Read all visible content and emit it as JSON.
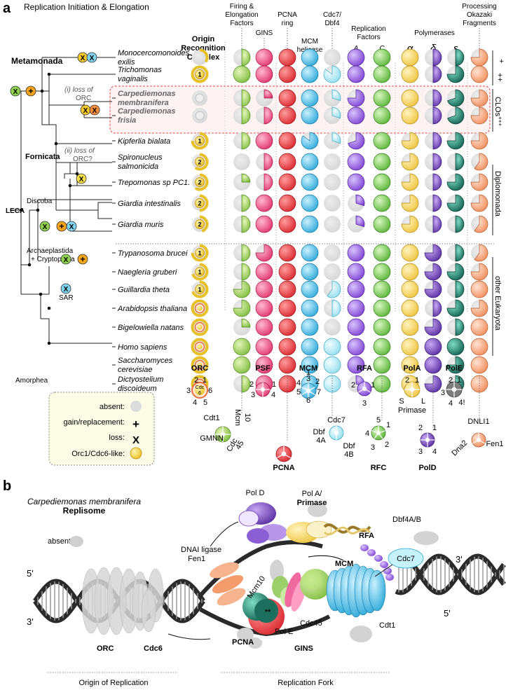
{
  "panel_a": {
    "letter": "a",
    "title": "Replication Initiation & Elongation",
    "col_headers": [
      {
        "key": "orc",
        "lines": [
          "Origin",
          "Recognition",
          "Complex"
        ],
        "bold": true
      },
      {
        "key": "fef",
        "lines": [
          "Firing &",
          "Elongation",
          "Factors"
        ]
      },
      {
        "key": "gins",
        "lines": [
          "GINS"
        ]
      },
      {
        "key": "pcna",
        "lines": [
          "PCNA",
          "ring"
        ]
      },
      {
        "key": "mcm",
        "lines": [
          "MCM",
          "helicase"
        ]
      },
      {
        "key": "cdc7",
        "lines": [
          "Cdc7/",
          "Dbf4"
        ]
      },
      {
        "key": "rf",
        "lines": [
          "Replication",
          "Factors"
        ]
      },
      {
        "key": "rfa",
        "lines": [
          "A"
        ]
      },
      {
        "key": "rfc",
        "lines": [
          "C"
        ]
      },
      {
        "key": "pol",
        "lines": [
          "Polymerases"
        ]
      },
      {
        "key": "alpha",
        "lines": [
          "α"
        ]
      },
      {
        "key": "delta",
        "lines": [
          "δ"
        ]
      },
      {
        "key": "epsilon",
        "lines": [
          "ε"
        ]
      },
      {
        "key": "okazaki",
        "lines": [
          "Processing",
          "Okazaki",
          "Fragments"
        ]
      }
    ],
    "species": [
      {
        "name": "Monocercomonoides",
        "name2": "exilis",
        "emph": false
      },
      {
        "name": "Trichomonas",
        "name2": "vaginalis",
        "emph": false
      },
      {
        "name": "Carpediemonas",
        "name2": "membranifera",
        "emph": true
      },
      {
        "name": "Carpediemonas",
        "name2": "frisia",
        "emph": true
      },
      {
        "name": "Kipferlia bialata",
        "name2": "",
        "emph": false
      },
      {
        "name": "Spironucleus",
        "name2": "salmonicida",
        "emph": false
      },
      {
        "name": "Trepomonas sp PC1.",
        "name2": "",
        "emph": false
      },
      {
        "name": "Giardia intestinalis",
        "name2": "",
        "emph": false
      },
      {
        "name": "Giardia muris",
        "name2": "",
        "emph": false
      },
      {
        "name": "Trypanosoma brucei",
        "name2": "",
        "emph": false
      },
      {
        "name": "Naegleria gruberi",
        "name2": "",
        "emph": false
      },
      {
        "name": "Guillardia theta",
        "name2": "",
        "emph": false
      },
      {
        "name": "Arabidopsis thaliana",
        "name2": "",
        "emph": false
      },
      {
        "name": "Bigelowiella natans",
        "name2": "",
        "emph": false
      },
      {
        "name": "Homo sapiens",
        "name2": "",
        "emph": false
      },
      {
        "name": "Saccharomyces",
        "name2": "cerevisiae",
        "emph": false
      },
      {
        "name": "Dictyostelium",
        "name2": "discoideum",
        "emph": false
      }
    ],
    "orc_numbers": [
      "",
      "1",
      "",
      "",
      "1",
      "2",
      "2",
      "2",
      "2",
      "1",
      "1",
      "1",
      "",
      "",
      "",
      "",
      ""
    ],
    "tree_labels": {
      "metamonada": "Metamonada",
      "fornicata": "Fornicata",
      "leca": "LECA",
      "discoba": "Discoba",
      "archae1": "Archaeplastida",
      "archae2": "+ Cryptophyta",
      "sar": "SAR",
      "amorphea": "Amorphea",
      "loss1a": "(i) loss of",
      "loss1b": "ORC",
      "loss2a": "(ii) loss of",
      "loss2b": "ORC?"
    },
    "right_labels": {
      "plus": "+",
      "plusplus": "++",
      "clos": "CLOs",
      "clos_sup": "+++",
      "diplomonada": "Diplomonada",
      "other": "other Eukaryota"
    },
    "complex_labels": {
      "orc": "ORC",
      "psf": "PSF",
      "mcm": "MCM",
      "rfa": "RFA",
      "pola": "PolA",
      "pole": "PolE",
      "pcna": "PCNA",
      "rfc": "RFC",
      "pold": "PolD"
    },
    "legend": {
      "absent": "absent:",
      "gain": "gain/replacement:",
      "loss": "loss:",
      "orc1": "Orc1/Cdc6-like:",
      "plus": "+",
      "x": "X"
    },
    "subunit_labels": {
      "orc": [
        "2",
        "1",
        "3",
        "Cdc",
        "6",
        "6",
        "4",
        "5"
      ],
      "psf": [
        "2",
        "1",
        "3",
        "4"
      ],
      "mcm": [
        "3",
        "2",
        "4",
        "5",
        "6",
        "7",
        "1"
      ],
      "rfa": [
        "2",
        "1",
        "3"
      ],
      "pola": [
        "2",
        "1",
        "S",
        "L",
        "Primase"
      ],
      "pole": [
        "2",
        "1",
        "3",
        "4",
        "4!"
      ],
      "ff": [
        "Mcm",
        "10",
        "Cdt1",
        "GMNN",
        "Cdc",
        "45"
      ],
      "cdc7": [
        "Cdc7",
        "Dbf",
        "4A",
        "Dbf",
        "4B"
      ],
      "rfc": [
        "5",
        "1",
        "4",
        "2",
        "3"
      ],
      "pold": [
        "2",
        "1",
        "3",
        "4"
      ],
      "okz": [
        "DNLI1",
        "Dna2",
        "Fen1"
      ]
    }
  },
  "panel_b": {
    "letter": "b",
    "title1": "Carpediemonas membranifera",
    "title2": "Replisome",
    "absent": "absent:",
    "labels": {
      "pold": "Pol D",
      "pola1": "Pol A/",
      "pola2": "Primase",
      "dbf": "Dbf4A/B",
      "rfa": "RFA",
      "cdc7": "Cdc7",
      "lig1": "DNAI ligase",
      "lig2": "Fen1",
      "mcm": "MCM",
      "mcm10": "Mcm10",
      "pole": "Pol E",
      "cdc45": "Cdc45",
      "cdt1": "Cdt1",
      "orc": "ORC",
      "cdc6": "Cdc6",
      "pcna": "PCNA",
      "gins": "GINS",
      "five1": "5'",
      "three1": "3'",
      "five2": "5'",
      "three2": "3'",
      "origin": "Origin of Replication",
      "fork": "Replication Fork",
      "stars": "**"
    }
  },
  "colors": {
    "absent": "#dcdcdc",
    "orc": "#f2d23c",
    "fef": "#9fd060",
    "gins": "#ee4f86",
    "pcna": "#ec3d44",
    "mcm": "#4fc3ea",
    "cdc7": "#b7ecf7",
    "rfa": "#8a55d8",
    "rfc": "#72c84e",
    "alpha": "#f6d35a",
    "delta": "#6a38b8",
    "epsilon": "#1a7a66",
    "okazaki": "#f7a77a"
  }
}
